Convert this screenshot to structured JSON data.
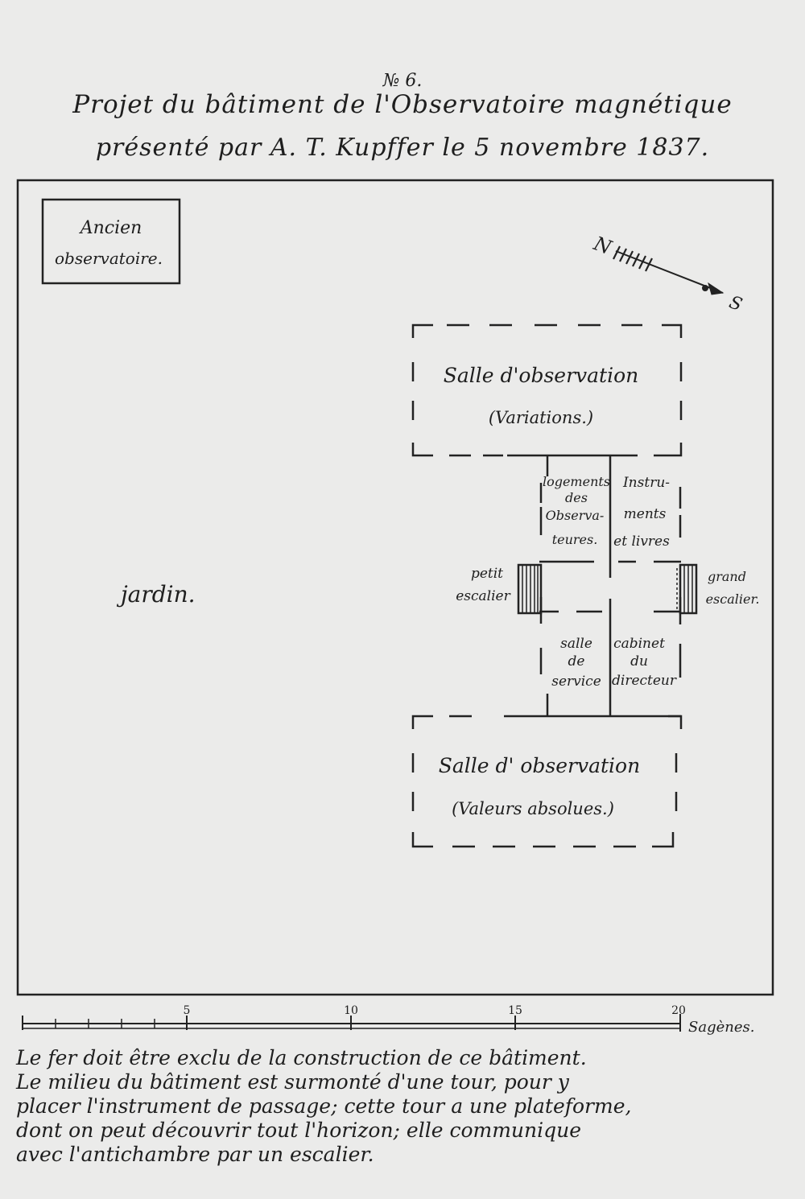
{
  "header": {
    "plate_number": "№ 6.",
    "title_line1": "Projet du bâtiment de l'Observatoire magnétique",
    "title_line2": "présenté par A. T. Kupffer le 5 novembre 1837."
  },
  "plan": {
    "old_observatory_line1": "Ancien",
    "old_observatory_line2": "observatoire.",
    "compass_north": "N",
    "compass_south": "S",
    "garden": "jardin.",
    "room_top_line1": "Salle d'observation",
    "room_top_line2": "(Variations.)",
    "lodging_line1": "logements",
    "lodging_line2": "des",
    "lodging_line3": "Observa-",
    "lodging_line4": "teures.",
    "instruments_line1": "Instru-",
    "instruments_line2": "ments",
    "instruments_line3": "et livres",
    "small_stair_line1": "petit",
    "small_stair_line2": "escalier",
    "grand_stair_line1": "grand",
    "grand_stair_line2": "escalier.",
    "service_line1": "salle",
    "service_line2": "de",
    "service_line3": "service",
    "director_line1": "cabinet",
    "director_line2": "du",
    "director_line3": "directeur",
    "room_bottom_line1": "Salle d' observation",
    "room_bottom_line2": "(Valeurs absolues.)"
  },
  "scale": {
    "ticks": [
      "5",
      "10",
      "15",
      "20"
    ],
    "unit": "Sagènes."
  },
  "caption": {
    "line1": "Le fer doit être exclu de la construction de ce bâtiment.",
    "line2": "Le milieu du bâtiment est surmonté d'une tour, pour y",
    "line3": "placer l'instrument de passage; cette tour a une plateforme,",
    "line4": "dont on peut découvrir tout l'horizon; elle communique",
    "line5": "avec l'antichambre par un escalier."
  }
}
